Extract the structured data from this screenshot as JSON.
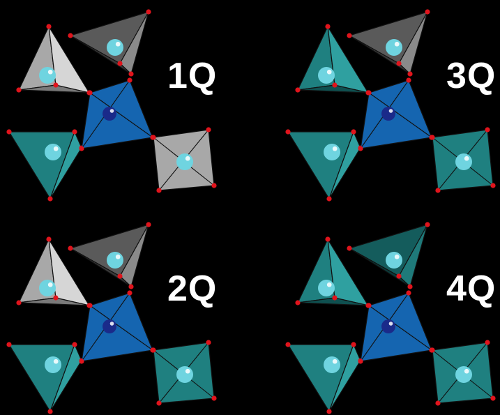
{
  "colors": {
    "background": "#000000",
    "grey_tetrahedron": "#a8a8a8",
    "dark_grey_tetrahedron": "#5a5a5a",
    "teal_tetrahedron": "#1f8080",
    "dark_teal_tetrahedron": "#145c5c",
    "blue_center": "#1565b0",
    "oxygen_vertex": "#e0141c",
    "cyan_atom": "#6fd4e0",
    "navy_atom": "#1a2a8a",
    "label": "#ffffff"
  },
  "panels": [
    {
      "label": "1Q",
      "top_left": "grey",
      "top_right": "dark_grey",
      "bottom_left": "teal",
      "bottom_right": "grey"
    },
    {
      "label": "3Q",
      "top_left": "teal",
      "top_right": "dark_grey",
      "bottom_left": "teal",
      "bottom_right": "teal"
    },
    {
      "label": "2Q",
      "top_left": "grey",
      "top_right": "dark_grey",
      "bottom_left": "teal",
      "bottom_right": "teal"
    },
    {
      "label": "4Q",
      "top_left": "teal",
      "top_right": "dark_teal",
      "bottom_left": "teal",
      "bottom_right": "teal"
    }
  ]
}
